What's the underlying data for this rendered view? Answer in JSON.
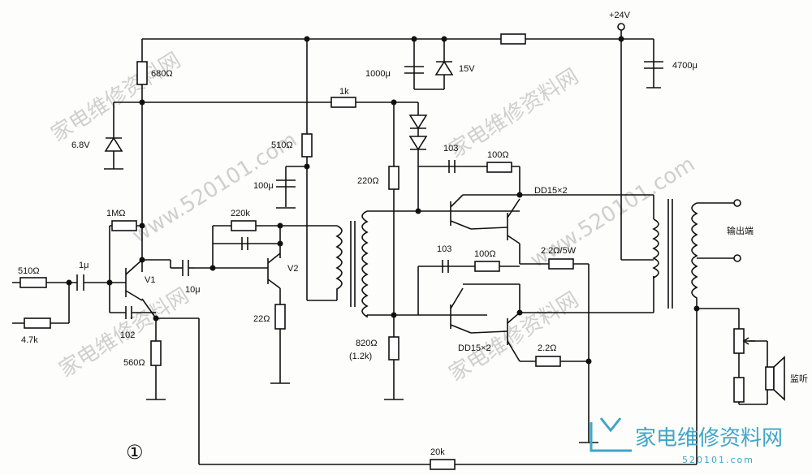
{
  "title": "",
  "supply": "+24V",
  "figure_number": "①",
  "labels": {
    "r680": "680Ω",
    "z68": "6.8V",
    "r1m": "1MΩ",
    "r510in": "510Ω",
    "c1u": "1μ",
    "r47k": "4.7k",
    "v1": "V1",
    "c102": "102",
    "r560": "560Ω",
    "c10u": "10μ",
    "r220k": "220k",
    "v2": "V2",
    "r22": "22Ω",
    "r510": "510Ω",
    "c100u": "100μ",
    "r1k": "1k",
    "c1000u": "1000μ",
    "z15": "15V",
    "r220": "220Ω",
    "r820": "820Ω",
    "r820alt": "(1.2k)",
    "c103a": "103",
    "r100a": "100Ω",
    "ddtop": "DD15×2",
    "r22w": "2.2Ω/5W",
    "c103b": "103",
    "r100b": "100Ω",
    "ddbot": "DD15×2",
    "r22b": "2.2Ω",
    "c4700": "4700μ",
    "out": "输出端",
    "monitor": "监听",
    "r20k": "20k"
  },
  "watermarks": [
    "家电维修资料网",
    "www.520101.com"
  ],
  "logo": {
    "text": "家电维修资料网",
    "url": "520101.com"
  }
}
